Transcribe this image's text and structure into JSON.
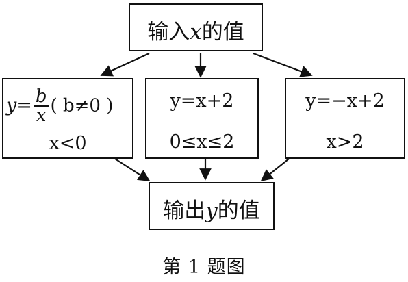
{
  "input_box": {
    "prefix": "输入",
    "var": "x",
    "suffix": "的值"
  },
  "left_box": {
    "formula_lhs": "y=",
    "frac_num": "b",
    "frac_den": "x",
    "condition_paren": "( b≠0 )",
    "domain": "x<0"
  },
  "middle_box": {
    "formula": "y=x+2",
    "domain": "0≤x≤2"
  },
  "right_box": {
    "formula": "y=−x+2",
    "domain": "x>2"
  },
  "output_box": {
    "prefix": "输出",
    "var": "y",
    "suffix": "的值"
  },
  "caption": "第 1 题图"
}
